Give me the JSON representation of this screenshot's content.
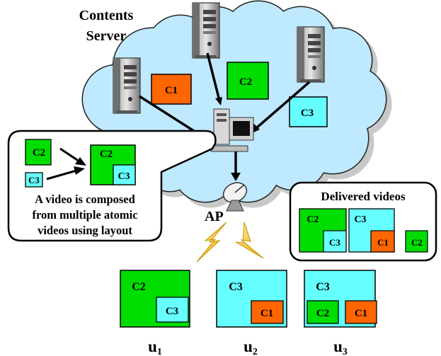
{
  "server": {
    "label_line1": "Contents",
    "label_line2": "Server"
  },
  "clips": {
    "c1": "C1",
    "c2": "C2",
    "c3": "C3"
  },
  "callout": {
    "line1": "A video is composed",
    "line2": "from multiple atomic",
    "line3": "videos using layout"
  },
  "ap_label": "AP",
  "delivered": {
    "title": "Delivered videos"
  },
  "users": [
    {
      "base": "u",
      "sub": "1"
    },
    {
      "base": "u",
      "sub": "2"
    },
    {
      "base": "u",
      "sub": "3"
    }
  ],
  "colors": {
    "c1": "#ff6600",
    "c2": "#00dd00",
    "c3": "#66ffff",
    "cloud": "#bfe9ff",
    "cloud_shadow": "#c8c8c8",
    "lightning": "#ffcc33"
  }
}
